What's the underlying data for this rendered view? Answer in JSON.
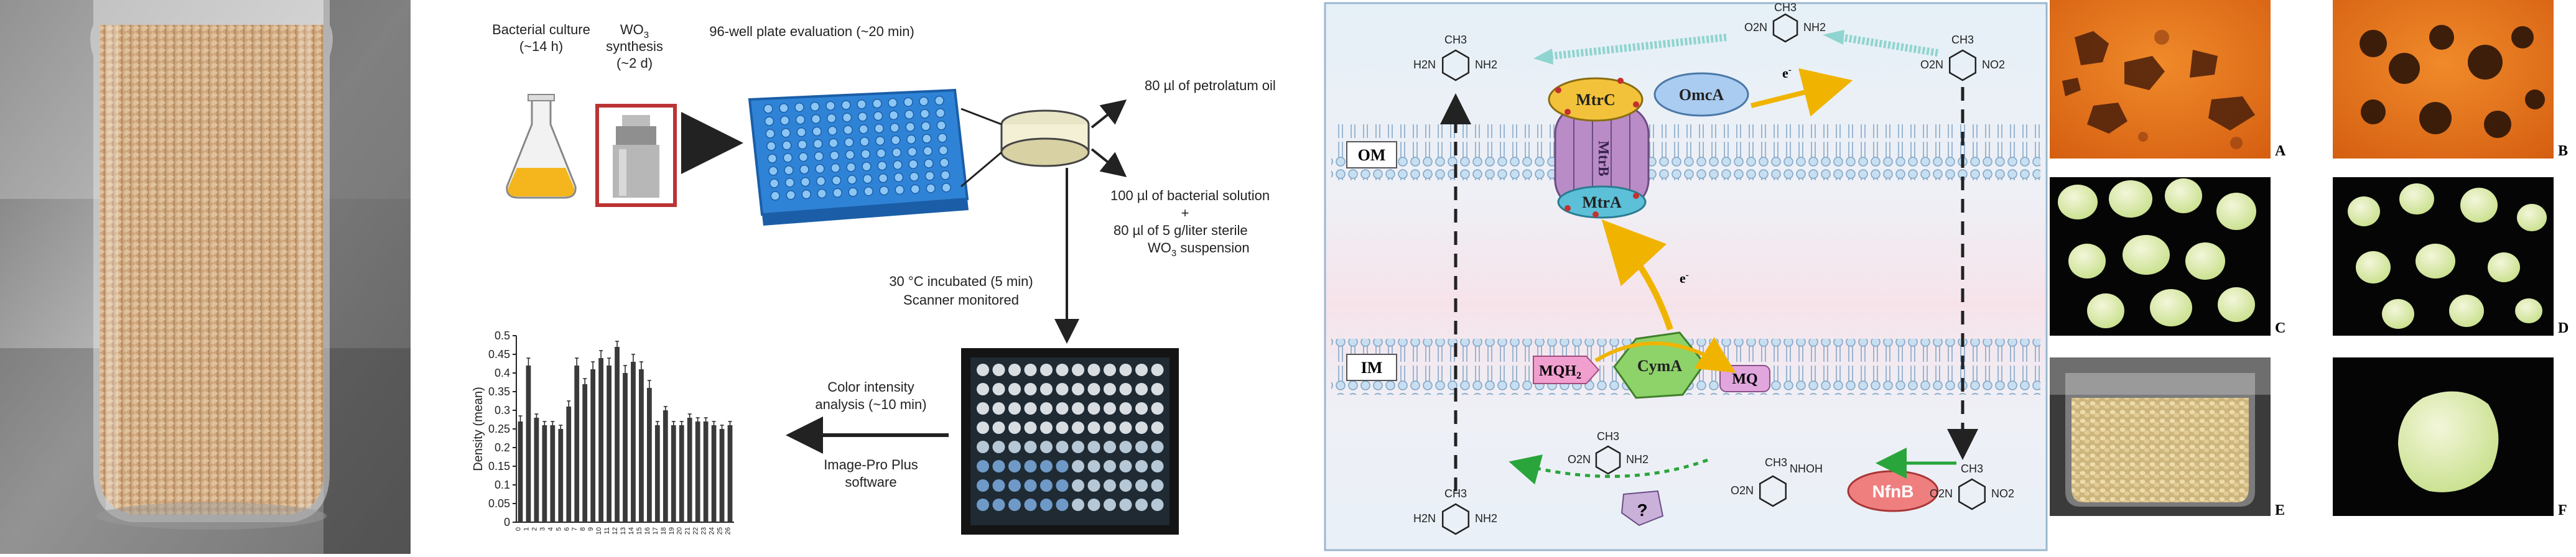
{
  "workflow": {
    "bacterial_culture": "Bacterial culture",
    "bacterial_time": "(~14 h)",
    "wo3_synthesis_a": "WO",
    "wo3_synthesis_sub": "3",
    "wo3_synthesis_b": "synthesis",
    "wo3_time": "(~2 d)",
    "plate_title": "96-well plate evaluation (~20 min)",
    "petrolatum": "80 µl of petrolatum oil",
    "bacterial_solution": "100 µl of bacterial solution",
    "plus": "+",
    "wo3_suspension_a": "80 µl of 5 g/liter sterile",
    "wo3_suspension_b": "WO",
    "wo3_suspension_sub": "3",
    "wo3_suspension_c": " suspension",
    "incubated": "30 °C incubated (5 min)",
    "scanner": "Scanner monitored",
    "color_intensity": "Color intensity",
    "analysis_time": "analysis (~10 min)",
    "software_a": "Image-Pro Plus",
    "software_b": "software",
    "ylabel": "Density (mean)"
  },
  "chart_data": {
    "type": "bar",
    "title": "",
    "xlabel": "",
    "ylabel": "Density (mean)",
    "ylim": [
      0,
      0.5
    ],
    "yticks": [
      "0",
      "0.05",
      "0.1",
      "0.15",
      "0.2",
      "0.25",
      "0.3",
      "0.35",
      "0.4",
      "0.45",
      "0.5"
    ],
    "categories": [
      "0",
      "1",
      "2",
      "3",
      "4",
      "5",
      "6",
      "7",
      "8",
      "9",
      "10",
      "11",
      "12",
      "13",
      "14",
      "15",
      "16",
      "17",
      "18",
      "19",
      "20",
      "21",
      "22",
      "23",
      "24",
      "25",
      "26"
    ],
    "values": [
      0.27,
      0.42,
      0.28,
      0.26,
      0.26,
      0.25,
      0.31,
      0.42,
      0.37,
      0.41,
      0.44,
      0.42,
      0.47,
      0.4,
      0.43,
      0.41,
      0.36,
      0.26,
      0.3,
      0.26,
      0.26,
      0.28,
      0.27,
      0.27,
      0.26,
      0.25,
      0.26
    ],
    "errors": [
      0.015,
      0.02,
      0.01,
      0.01,
      0.01,
      0.01,
      0.015,
      0.02,
      0.015,
      0.02,
      0.02,
      0.02,
      0.015,
      0.02,
      0.02,
      0.02,
      0.02,
      0.01,
      0.01,
      0.01,
      0.01,
      0.01,
      0.01,
      0.01,
      0.01,
      0.01,
      0.01
    ],
    "bar_color": "#3a3a3a",
    "grid": false
  },
  "pathway": {
    "background_top": "#e6f0f7",
    "background_mid": "#f7e4ea",
    "om_label": "OM",
    "im_label": "IM",
    "mtrc": "MtrC",
    "mtrb": "MtrB",
    "mtra": "MtrA",
    "omca": "OmcA",
    "cyma": "CymA",
    "mqh2_a": "MQH",
    "mqh2_sub": "2",
    "mq": "MQ",
    "nfnb": "NfnB",
    "question": "?",
    "electron_a": "e",
    "electron_sup": "-",
    "ch3": "CH3",
    "h2n": "H2N",
    "nh2": "NH2",
    "o2n": "O2N",
    "no2": "NO2",
    "nhoh": "NHOH"
  },
  "photos": {
    "labels": [
      "A",
      "B",
      "C",
      "D",
      "E",
      "F"
    ]
  }
}
